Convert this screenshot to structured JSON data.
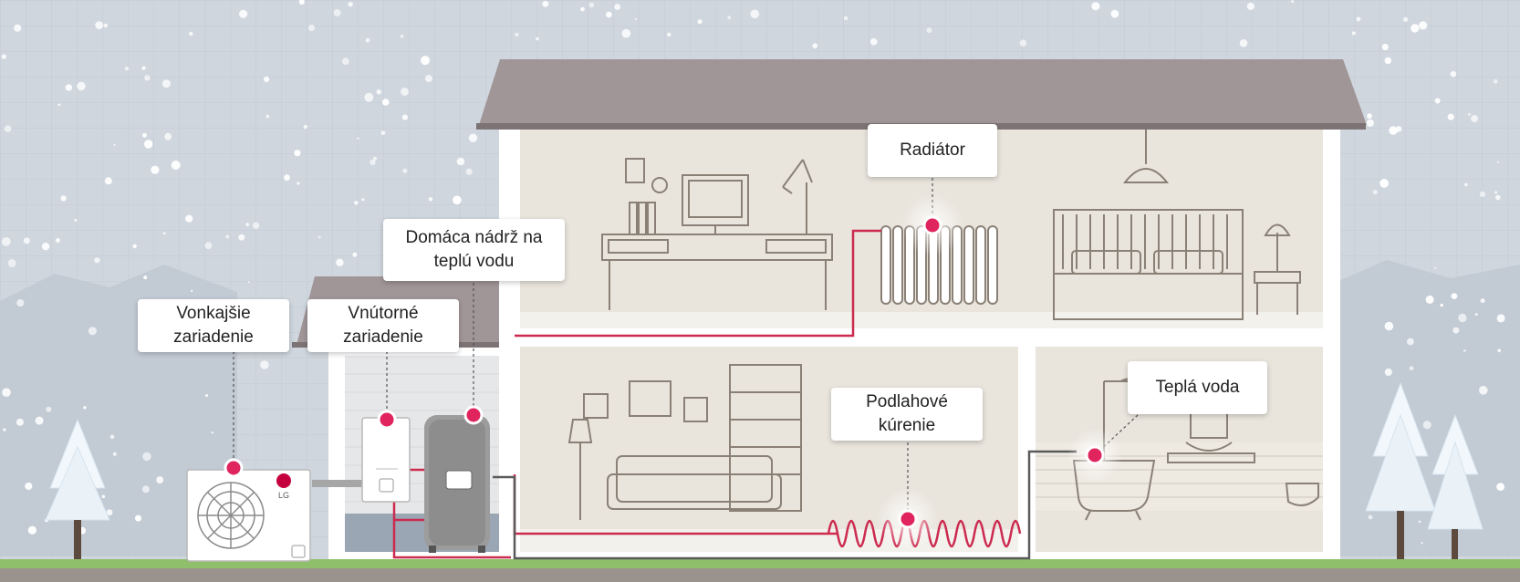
{
  "labels": {
    "outdoor_unit": [
      "Vonkajšie",
      "zariadenie"
    ],
    "indoor_unit": [
      "Vnútorné",
      "zariadenie"
    ],
    "hot_water_tank": [
      "Domáca nádrž na",
      "teplú vodu"
    ],
    "radiator": "Radiátor",
    "floor_heating": "Podlahové kúrenie",
    "hot_water": "Teplá voda"
  },
  "brand": "LG",
  "colors": {
    "sky": "#cfd6de",
    "roof": "#a09597",
    "room": "#e9e5dd",
    "wall": "#ffffff",
    "grass": "#8fbf6a",
    "pipe_hot": "#cc2a4f",
    "pipe_grey": "#5a5a5a",
    "marker": "#e0245e",
    "line_art": "#8a8076"
  },
  "icons": [
    "fan-icon",
    "tree-icon",
    "radiator-icon",
    "bathtub-icon",
    "sofa-icon",
    "bed-icon",
    "desk-icon",
    "lamp-icon"
  ]
}
